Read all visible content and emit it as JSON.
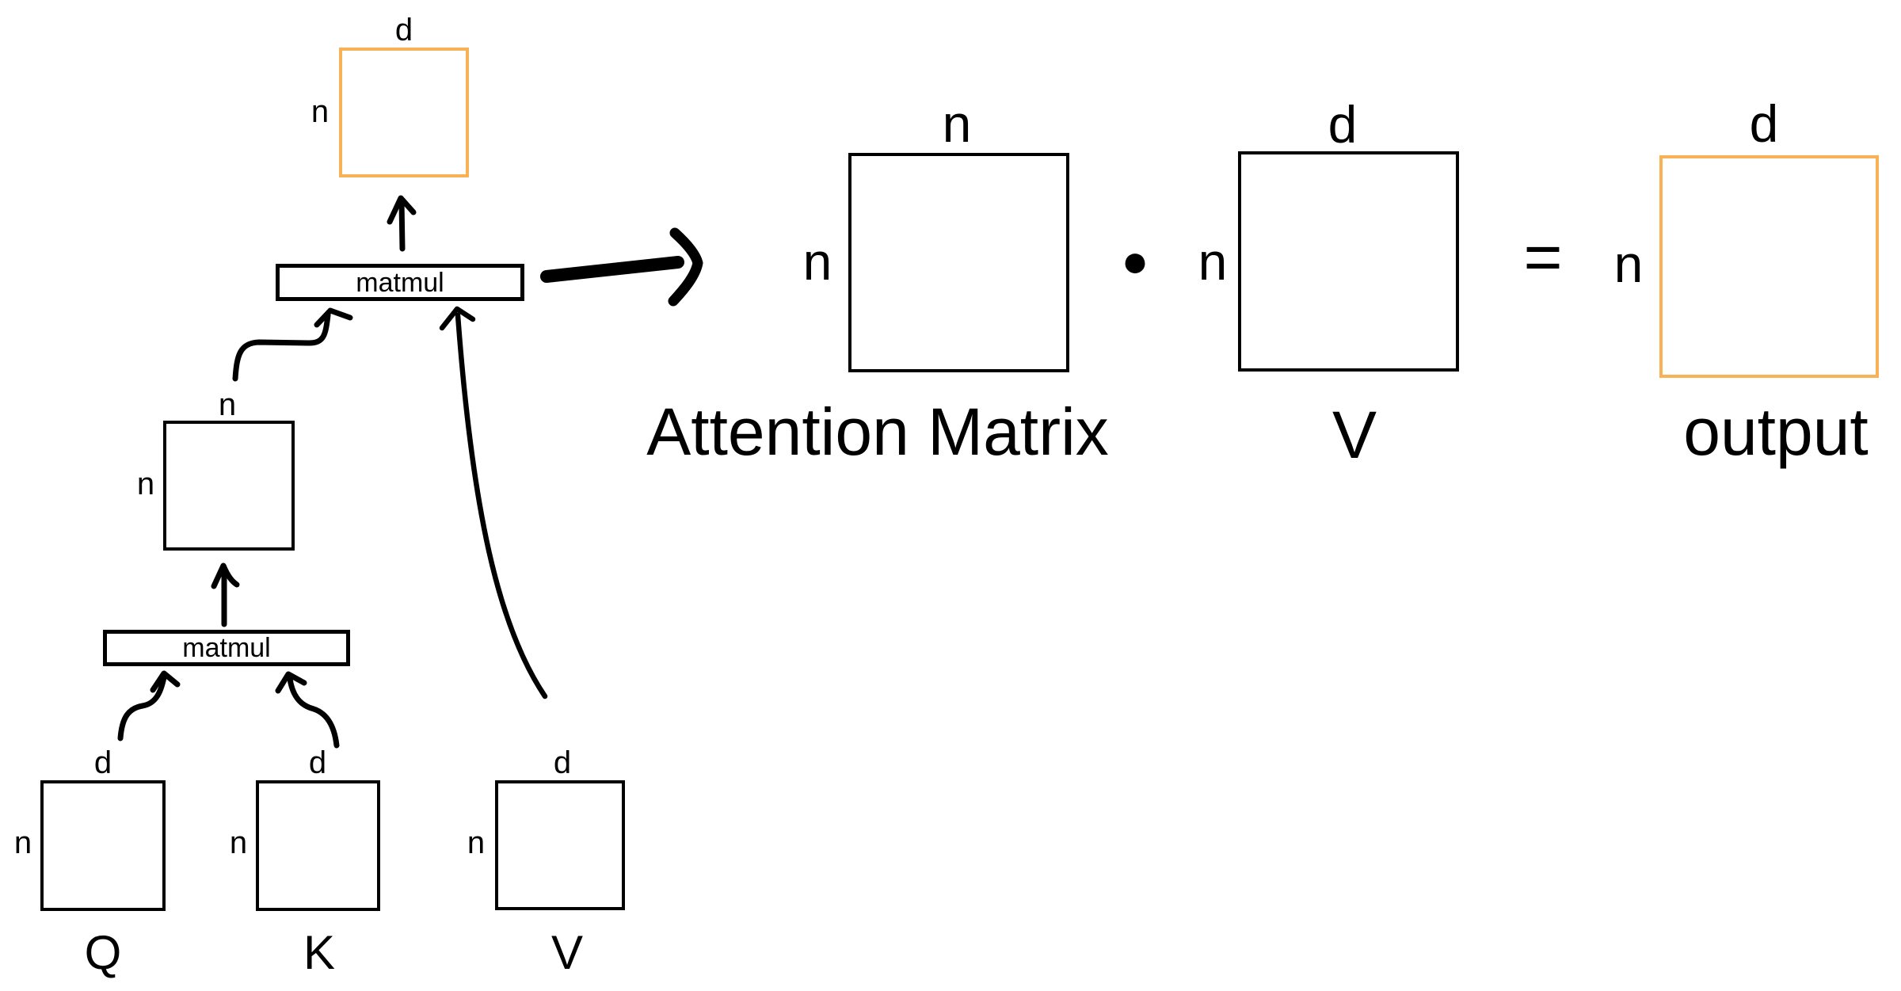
{
  "diagram": {
    "left": {
      "result_matrix": {
        "top_dim": "d",
        "side_dim": "n"
      },
      "matmul_top_label": "matmul",
      "score_matrix": {
        "top_dim": "n",
        "side_dim": "n"
      },
      "matmul_bottom_label": "matmul",
      "q_matrix": {
        "top_dim": "d",
        "side_dim": "n",
        "name": "Q"
      },
      "k_matrix": {
        "top_dim": "d",
        "side_dim": "n",
        "name": "K"
      },
      "v_matrix": {
        "top_dim": "d",
        "side_dim": "n",
        "name": "V"
      }
    },
    "right": {
      "attention_matrix": {
        "top_dim": "n",
        "side_dim": "n",
        "caption": "Attention Matrix"
      },
      "dot_operator": "●",
      "v_matrix": {
        "top_dim": "d",
        "side_dim": "n",
        "caption": "V"
      },
      "equals_sign": "=",
      "output_matrix": {
        "top_dim": "d",
        "side_dim": "n",
        "caption": "output"
      }
    },
    "colors": {
      "highlight": "#F9B156",
      "ink": "#000000"
    }
  }
}
